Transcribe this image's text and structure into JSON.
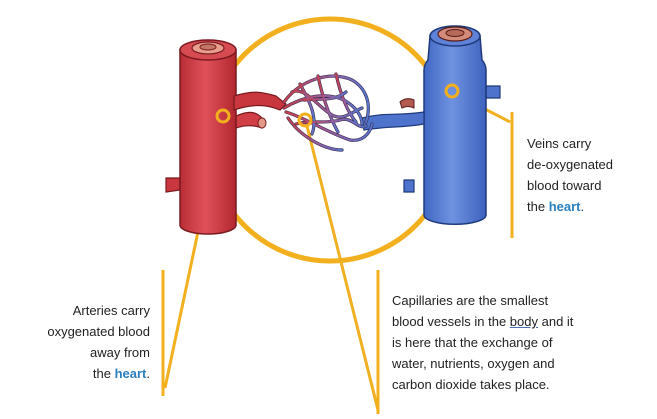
{
  "colors": {
    "artery": "#d9434b",
    "artery_dark": "#a5232b",
    "vein": "#5e82d8",
    "vein_dark": "#3a5bb0",
    "accent": "#f2b01e",
    "vessel_top": "#e6a08c",
    "link": "#2a7fbf"
  },
  "veins": {
    "line1": "Veins carry",
    "line2": "de-oxygenated",
    "line3": "blood toward",
    "line4_prefix": "the ",
    "keyword": "heart",
    "line4_suffix": "."
  },
  "arteries": {
    "line1": "Arteries carry",
    "line2": "oxygenated blood",
    "line3": "away from",
    "line4_prefix": "the ",
    "keyword": "heart",
    "line4_suffix": "."
  },
  "capillaries": {
    "line1": "Capillaries are the smallest",
    "line2_prefix": "blood vessels in the ",
    "line2_link": "body",
    "line2_suffix": " and it",
    "line3": "is here that the exchange of",
    "line4": "water, nutrients, oxygen and",
    "line5": "carbon dioxide takes place."
  }
}
